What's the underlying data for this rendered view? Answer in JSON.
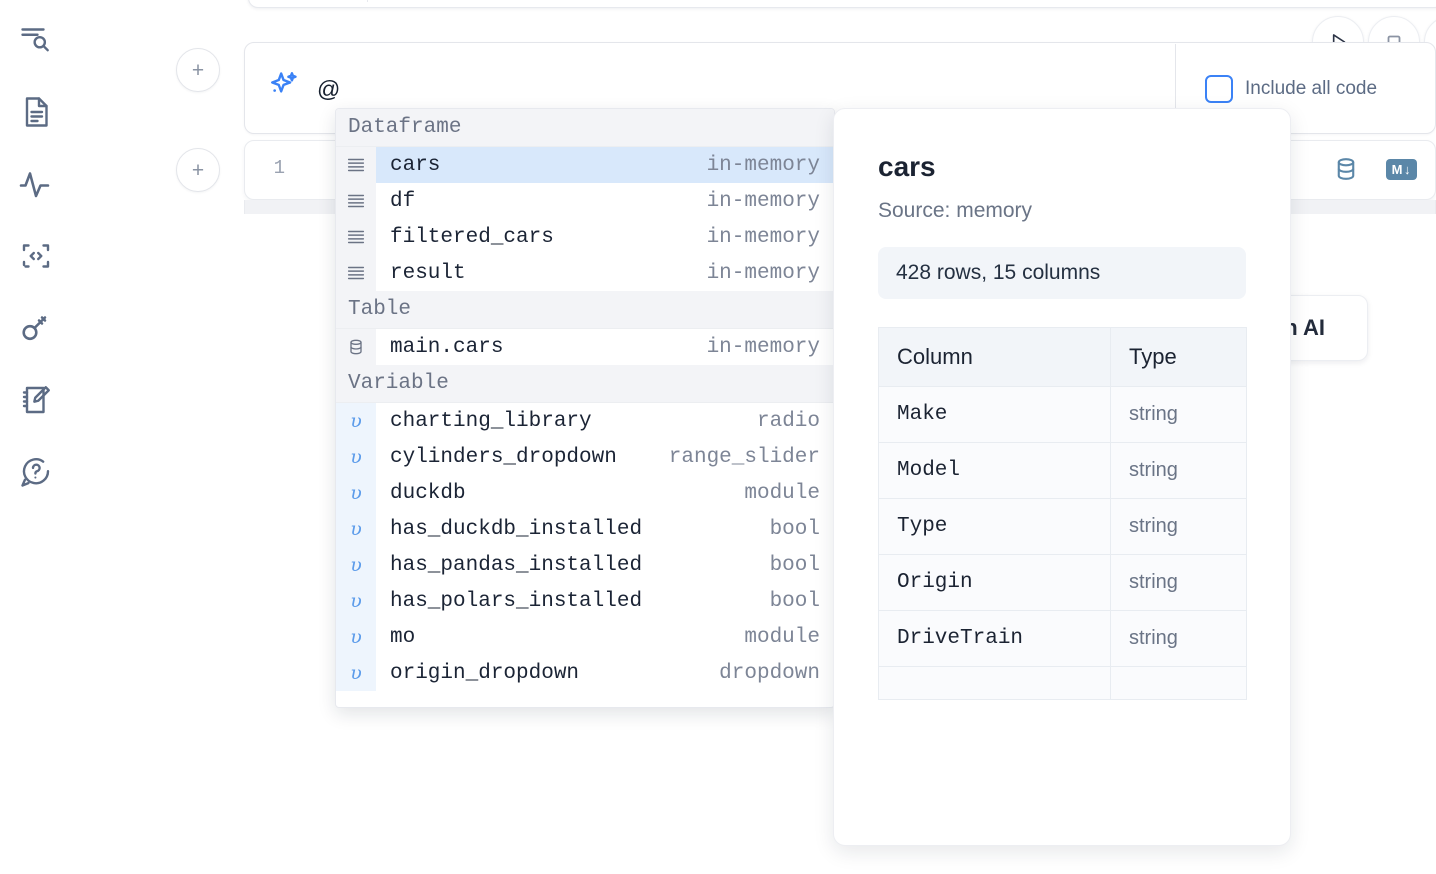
{
  "sidebar": {
    "items": [
      {
        "name": "search-outline-icon",
        "label": "Outline search"
      },
      {
        "name": "file-text-icon",
        "label": "Notebook file"
      },
      {
        "name": "activity-icon",
        "label": "Activity"
      },
      {
        "name": "code-brackets-icon",
        "label": "Snippets"
      },
      {
        "name": "key-icon",
        "label": "Secrets"
      },
      {
        "name": "notebook-edit-icon",
        "label": "Scratchpad"
      },
      {
        "name": "help-chat-icon",
        "label": "Help"
      }
    ]
  },
  "toolbar": {
    "add_label": "+",
    "run_label": "Run",
    "stop_label": "Stop"
  },
  "ai_prompt": {
    "icon": "sparkle-icon",
    "value": "@",
    "placeholder": "",
    "include_all_code_label": "Include all code",
    "include_all_code_checked": false
  },
  "code_cell": {
    "line_number": "1",
    "tools": [
      {
        "name": "database-icon",
        "label": "SQL cell"
      },
      {
        "name": "markdown-icon",
        "label": "M"
      }
    ],
    "markdown_badge": "M",
    "markdown_arrow": "↓"
  },
  "ai_card": {
    "label": "h AI"
  },
  "autocomplete": {
    "groups": [
      {
        "label": "Dataframe",
        "icon": "dataframe-lines-icon",
        "kind": "dataframe",
        "items": [
          {
            "name": "cars",
            "type": "in-memory",
            "selected": true
          },
          {
            "name": "df",
            "type": "in-memory",
            "selected": false
          },
          {
            "name": "filtered_cars",
            "type": "in-memory",
            "selected": false
          },
          {
            "name": "result",
            "type": "in-memory",
            "selected": false
          }
        ]
      },
      {
        "label": "Table",
        "icon": "database-icon",
        "kind": "table",
        "items": [
          {
            "name": "main.cars",
            "type": "in-memory",
            "selected": false
          }
        ]
      },
      {
        "label": "Variable",
        "icon": "variable-v-icon",
        "kind": "variable",
        "items": [
          {
            "name": "charting_library",
            "type": "radio",
            "selected": false
          },
          {
            "name": "cylinders_dropdown",
            "type": "range_slider",
            "selected": false
          },
          {
            "name": "duckdb",
            "type": "module",
            "selected": false
          },
          {
            "name": "has_duckdb_installed",
            "type": "bool",
            "selected": false
          },
          {
            "name": "has_pandas_installed",
            "type": "bool",
            "selected": false
          },
          {
            "name": "has_polars_installed",
            "type": "bool",
            "selected": false
          },
          {
            "name": "mo",
            "type": "module",
            "selected": false
          },
          {
            "name": "origin_dropdown",
            "type": "dropdown",
            "selected": false
          }
        ]
      }
    ]
  },
  "preview": {
    "title": "cars",
    "source": "Source: memory",
    "stats": "428 rows, 15 columns",
    "columns_header": "Column",
    "type_header": "Type",
    "rows": [
      {
        "column": "Make",
        "type": "string"
      },
      {
        "column": "Model",
        "type": "string"
      },
      {
        "column": "Type",
        "type": "string"
      },
      {
        "column": "Origin",
        "type": "string"
      },
      {
        "column": "DriveTrain",
        "type": "string"
      },
      {
        "column": "",
        "type": ""
      }
    ]
  },
  "colors": {
    "accent": "#3b82f6",
    "selection": "#d8e8fb",
    "icon_muted": "#5c6b84",
    "tool_blue": "#5b87a8"
  }
}
